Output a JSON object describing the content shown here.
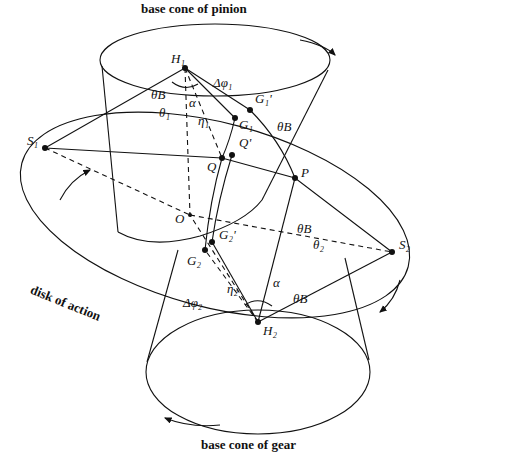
{
  "diagram": {
    "labels": [
      "base cone of pinion",
      "H₁",
      "θB",
      "α",
      "Δφ₁",
      "θ₁",
      "η₁",
      "G₁'",
      "G₁",
      "S₁",
      "θB",
      "Q'",
      "Q",
      "P",
      "O",
      "θB",
      "G₂'",
      "G₂",
      "θ₂",
      "S₂",
      "disk of action",
      "η₂",
      "α",
      "Δφ₂",
      "θB",
      "H₂",
      "base cone of gear"
    ]
  }
}
